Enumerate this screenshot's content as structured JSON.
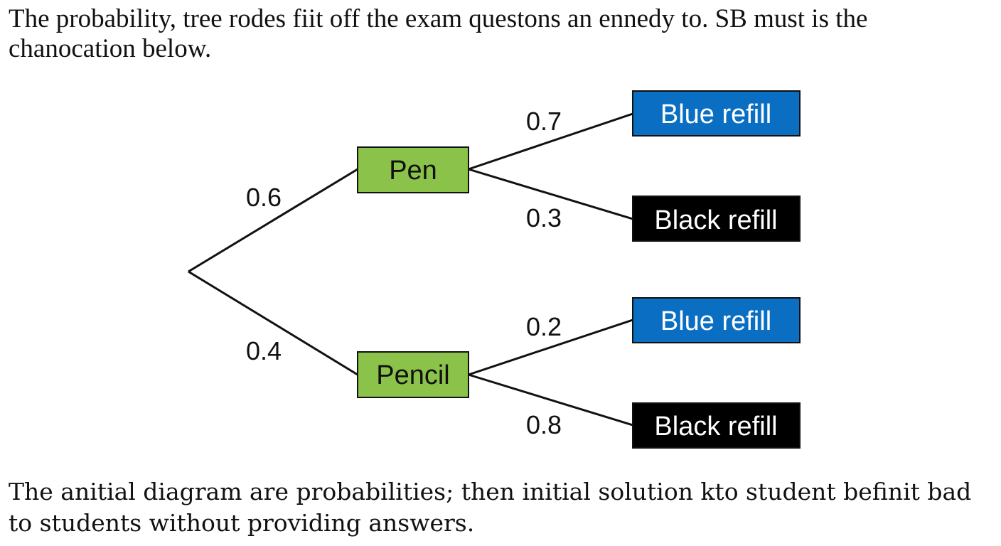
{
  "intro_text": "The probability, tree rodes fiit off the exam questons an ennedy to. SB must is the chanocation below.",
  "outro_text": "The anitial diagram are probabilities; then initial solution kto student befinit bad to students without providing answers.",
  "tree": {
    "level1": [
      {
        "label": "Pen",
        "probability": "0.6"
      },
      {
        "label": "Pencil",
        "probability": "0.4"
      }
    ],
    "level2": [
      {
        "parent": "Pen",
        "label": "Blue refill",
        "probability": "0.7"
      },
      {
        "parent": "Pen",
        "label": "Black refill",
        "probability": "0.3"
      },
      {
        "parent": "Pencil",
        "label": "Blue refill",
        "probability": "0.2"
      },
      {
        "parent": "Pencil",
        "label": "Black refill",
        "probability": "0.8"
      }
    ]
  },
  "colors": {
    "first_level_fill": "#8bc34a",
    "blue_refill_fill": "#0a6fc2",
    "black_refill_fill": "#000000",
    "line": "#111111"
  }
}
